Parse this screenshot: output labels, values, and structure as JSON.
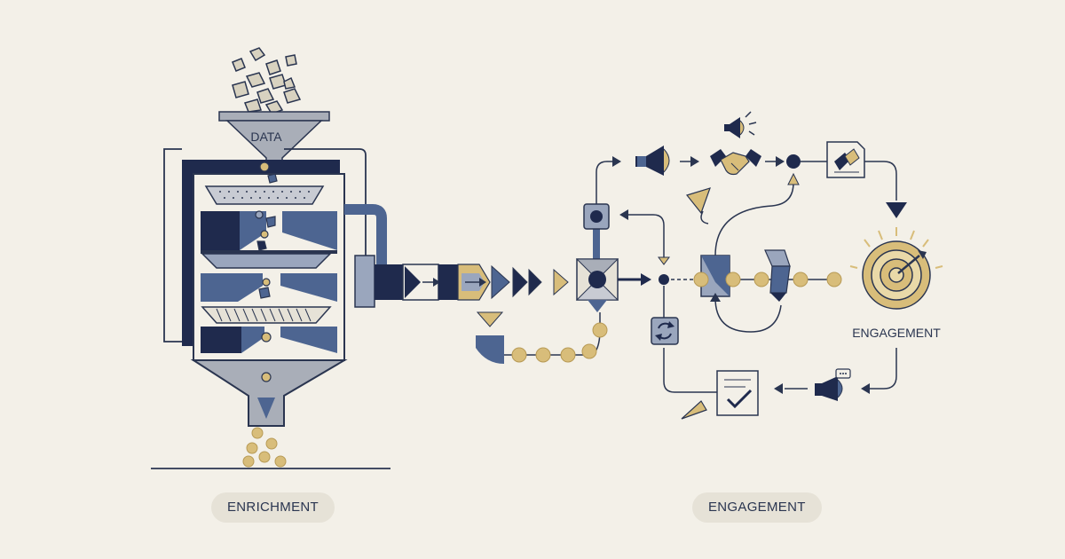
{
  "funnel_label": "DATA",
  "target_label": "ENGAGEMENT",
  "footer": {
    "left_label": "ENRICHMENT",
    "right_label": "ENGAGEMENT"
  },
  "colors": {
    "navy": "#1f2a4d",
    "slate": "#4d6591",
    "light_slate": "#9aa6bd",
    "gray": "#a9aeb8",
    "gold": "#d8bd7a",
    "gold_dark": "#b79a55",
    "line": "#2a3550",
    "background": "#f3f0e8",
    "pill": "#e6e2d7"
  }
}
